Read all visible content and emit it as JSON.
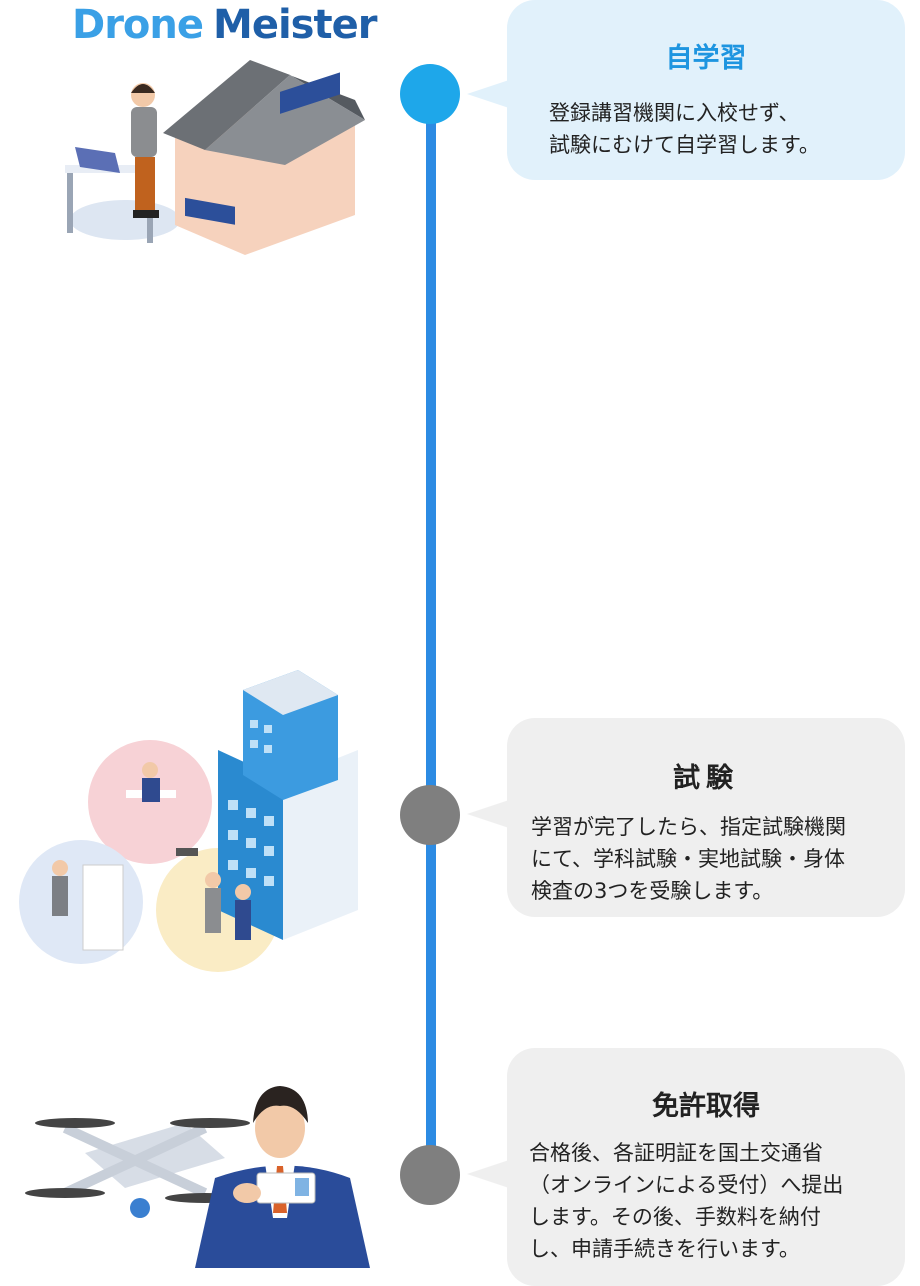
{
  "logo": {
    "part1": "Drone",
    "part2": "Meister"
  },
  "steps": [
    {
      "title": "自学習",
      "text": "登録講習機関に入校せず、\n試験にむけて自学習します。"
    },
    {
      "title": "試験",
      "text": "学習が完了したら、指定試験機関\nにて、学科試験・実地試験・身体\n検査の3つを受験します。"
    },
    {
      "title": "免許取得",
      "text": "合格後、各証明証を国土交通省\n（オンラインによる受付）へ提出\nします。その後、手数料を納付\nし、申請手続きを行います。"
    }
  ],
  "colors": {
    "accent": "#2c8be3",
    "active_node": "#1ea7ea",
    "inactive_node": "#7f7f7f",
    "active_bubble": "#e1f1fb",
    "inactive_bubble": "#efefef"
  }
}
